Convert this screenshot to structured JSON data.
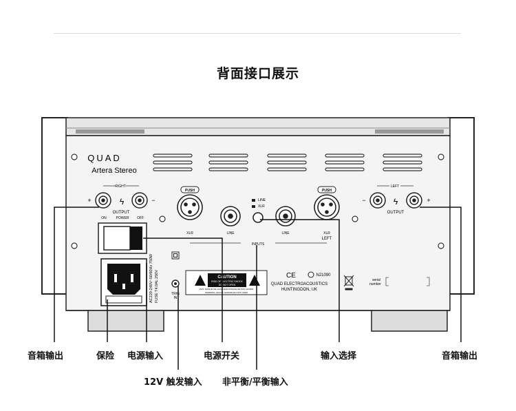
{
  "page": {
    "title": "背面接口展示"
  },
  "device": {
    "brand": "QUAD",
    "model": "Artera Stereo",
    "right_label": "RIGHT",
    "left_label": "LEFT",
    "output_label": "OUTPUT",
    "power_label": "POWER",
    "on_label": "ON",
    "off_label": "OFF",
    "fuse_text": "AC220-240V~50/60Hz 750W",
    "fuse_text2": "FUSE T4.0AL 250V",
    "trig_label": "TRIG",
    "trig_in": "IN",
    "push_label": "PUSH",
    "xlr_label": "XLR",
    "line_label": "LINE",
    "inputs_label": "INPUTS",
    "sel_line": "LINE",
    "sel_xlr": "XLR",
    "caution_title": "CAUTION",
    "caution_line1": "RISK OF ELECTRIC SHOCK",
    "caution_line2": "DO NOT OPEN",
    "caution_line3": "AVIS: RISQUE DE CHOC ELECTRIQUE-NE PAS OUVRIR",
    "caution_line4": "WARNING: SHOCK HAZARD-DO NOT OPEN",
    "ce_mark": "CE",
    "n_mark": "N21090",
    "maker_line1": "QUAD ELECTROACOUSTICS",
    "maker_line2": "HUNTINGDON, UK",
    "serial_label1": "serial",
    "serial_label2": "number",
    "plus": "+",
    "minus": "−"
  },
  "callouts": {
    "speaker_out_left": "音箱输出",
    "fuse": "保险",
    "power_in": "电源输入",
    "power_switch": "电源开关",
    "input_select": "输入选择",
    "speaker_out_right": "音箱输出",
    "trigger_in": "12V 触发输入",
    "unbal_bal_in": "非平衡/平衡输入"
  }
}
